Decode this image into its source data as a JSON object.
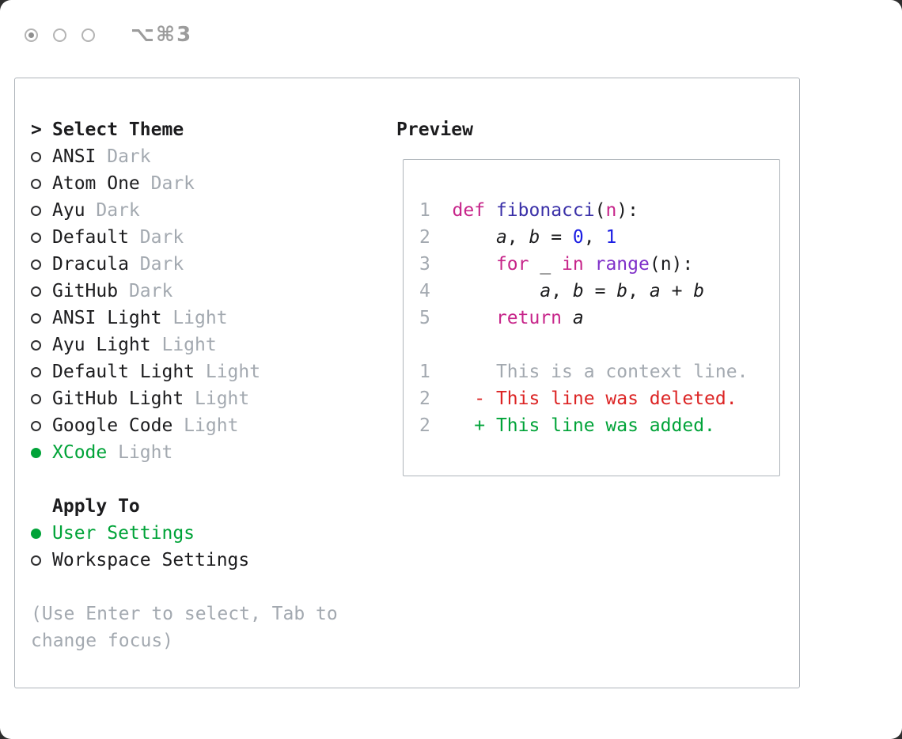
{
  "titlebar": {
    "shortcut": "⌥⌘3"
  },
  "theme_selector": {
    "prefix": ">",
    "title": "Select Theme",
    "items": [
      {
        "name": "ANSI",
        "variant": "Dark",
        "selected": false
      },
      {
        "name": "Atom One",
        "variant": "Dark",
        "selected": false
      },
      {
        "name": "Ayu",
        "variant": "Dark",
        "selected": false
      },
      {
        "name": "Default",
        "variant": "Dark",
        "selected": false
      },
      {
        "name": "Dracula",
        "variant": "Dark",
        "selected": false
      },
      {
        "name": "GitHub",
        "variant": "Dark",
        "selected": false
      },
      {
        "name": "ANSI Light",
        "variant": "Light",
        "selected": false
      },
      {
        "name": "Ayu Light",
        "variant": "Light",
        "selected": false
      },
      {
        "name": "Default Light",
        "variant": "Light",
        "selected": false
      },
      {
        "name": "GitHub Light",
        "variant": "Light",
        "selected": false
      },
      {
        "name": "Google Code",
        "variant": "Light",
        "selected": false
      },
      {
        "name": "XCode",
        "variant": "Light",
        "selected": true
      }
    ]
  },
  "apply_to": {
    "title": "Apply To",
    "options": [
      {
        "label": "User Settings",
        "selected": true
      },
      {
        "label": "Workspace Settings",
        "selected": false
      }
    ]
  },
  "hint": "(Use Enter to select, Tab to change focus)",
  "preview": {
    "title": "Preview",
    "code_lines": [
      {
        "num": "1",
        "tokens": [
          [
            "def",
            "keyword"
          ],
          [
            " ",
            "plain"
          ],
          [
            "fibonacci",
            "function"
          ],
          [
            "(",
            "plain"
          ],
          [
            "n",
            "keyword"
          ],
          [
            "):",
            "plain"
          ]
        ]
      },
      {
        "num": "2",
        "tokens": [
          [
            "    ",
            "plain"
          ],
          [
            "a",
            "var"
          ],
          [
            ", ",
            "plain"
          ],
          [
            "b",
            "var"
          ],
          [
            " = ",
            "plain"
          ],
          [
            "0",
            "number"
          ],
          [
            ", ",
            "plain"
          ],
          [
            "1",
            "number"
          ]
        ]
      },
      {
        "num": "3",
        "tokens": [
          [
            "    ",
            "plain"
          ],
          [
            "for",
            "keyword"
          ],
          [
            " _ ",
            "plain"
          ],
          [
            "in",
            "keyword"
          ],
          [
            " ",
            "plain"
          ],
          [
            "range",
            "builtin"
          ],
          [
            "(n):",
            "plain"
          ]
        ]
      },
      {
        "num": "4",
        "tokens": [
          [
            "        ",
            "plain"
          ],
          [
            "a",
            "var"
          ],
          [
            ", ",
            "plain"
          ],
          [
            "b",
            "var"
          ],
          [
            " = ",
            "plain"
          ],
          [
            "b",
            "var"
          ],
          [
            ", ",
            "plain"
          ],
          [
            "a",
            "var"
          ],
          [
            " + ",
            "plain"
          ],
          [
            "b",
            "var"
          ]
        ]
      },
      {
        "num": "5",
        "tokens": [
          [
            "    ",
            "plain"
          ],
          [
            "return",
            "keyword"
          ],
          [
            " ",
            "plain"
          ],
          [
            "a",
            "var"
          ]
        ]
      }
    ],
    "diff_lines": [
      {
        "num": "1",
        "text": "  This is a context line.",
        "type": "context"
      },
      {
        "num": "2",
        "text": "- This line was deleted.",
        "type": "deleted"
      },
      {
        "num": "2",
        "text": "+ This line was added.",
        "type": "added"
      }
    ]
  },
  "colors": {
    "text": "#1c1c1e",
    "muted_gray": "#a3a9b0",
    "accent_green": "#00a338",
    "tokens": {
      "keyword": "#c7258a",
      "function": "#3a30a8",
      "number": "#1b1ee3",
      "builtin": "#8031c9",
      "plain": "#1c1c1e",
      "var": "#1c1c1e"
    },
    "diff": {
      "context": "#a3a9b0",
      "deleted": "#dc2424",
      "added": "#00a338"
    }
  }
}
